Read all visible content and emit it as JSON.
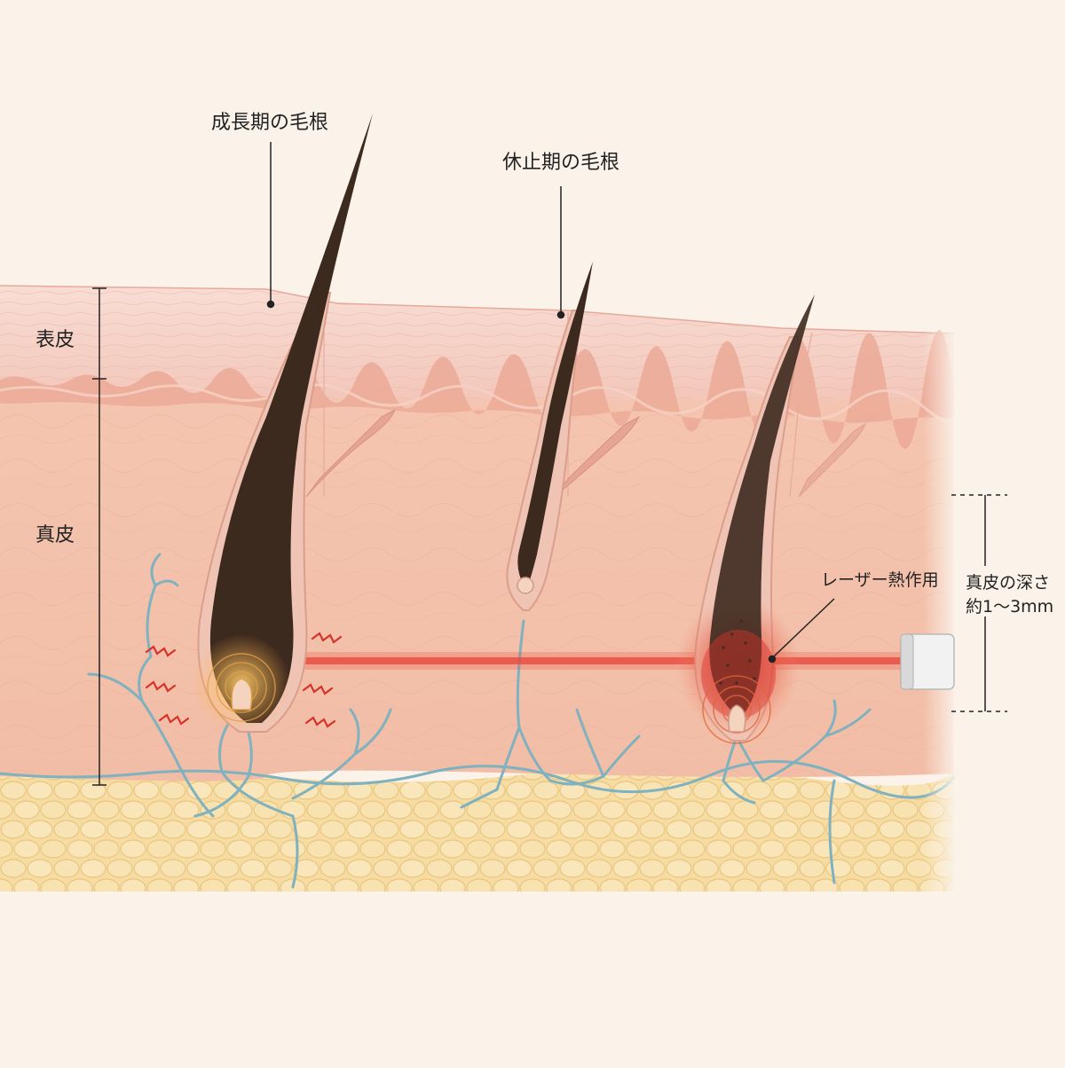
{
  "labels": {
    "anagen_root": "成長期の毛根",
    "telogen_root": "休止期の毛根",
    "epidermis": "表皮",
    "dermis": "真皮",
    "laser_action": "レーザー熱作用",
    "depth_line1": "真皮の深さ",
    "depth_line2": "約1〜3mm"
  },
  "colors": {
    "background": "#fbf3ea",
    "epidermis": "#f5cfc4",
    "dermis": "#f3c2ae",
    "fat": "#f6dca0",
    "hair": "#3d2a1f",
    "vessel": "#7fb1bf",
    "laser": "#e8463a",
    "heat": "#d8322a"
  }
}
